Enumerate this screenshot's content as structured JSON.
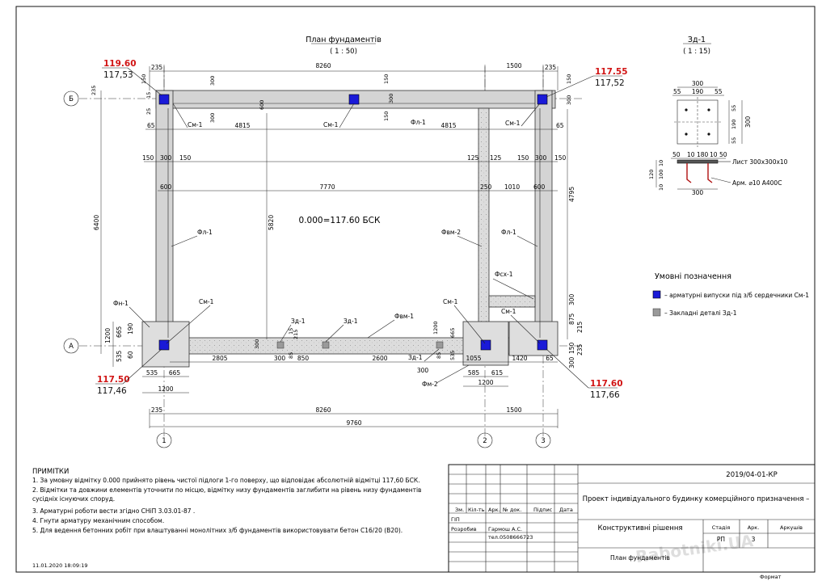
{
  "plan": {
    "title": "План фундаментів",
    "scale": "( 1 : 50)",
    "datum": "0.000=117.60 БСК"
  },
  "detail": {
    "title": "Зд-1",
    "scale": "( 1 : 15)",
    "plate_label": "Лист 300х300х10",
    "rebar_label": "Арм. ⌀10 А400С",
    "dims": {
      "top_total": "300",
      "top_55_left": "55",
      "top_190": "190",
      "top_55_right": "55",
      "side_55_top": "55",
      "side_190": "190",
      "side_55_bottom": "55",
      "side_300": "300",
      "s_50a": "50",
      "s_10a": "10",
      "s_180": "180",
      "s_10b": "10",
      "s_50b": "50",
      "v_120": "120",
      "v_10a": "10",
      "v_100": "100",
      "v_10b": "10",
      "bottom_300": "300"
    }
  },
  "legend": {
    "title": "Умовні позначення",
    "items": [
      {
        "color": "#1a1ad8",
        "text": "– арматурні випуски під з/б сердечники См-1"
      },
      {
        "color": "#9a9a9a",
        "text": "– Закладні деталі Зд-1"
      }
    ]
  },
  "elevations": {
    "tl_red": "119.60",
    "tl_black": "117,53",
    "tr_red": "117.55",
    "tr_black": "117,52",
    "bl_red": "117.50",
    "bl_black": "117,46",
    "br_red": "117.60",
    "br_black": "117,66"
  },
  "axes": {
    "a": "А",
    "b": "Б",
    "n1": "1",
    "n2": "2",
    "n3": "3"
  },
  "dims": {
    "top_235_left": "235",
    "top_8260": "8260",
    "top_1500": "1500",
    "top_235_right": "235",
    "d_150a": "150",
    "d_300a": "300",
    "d_600a": "600",
    "d_300b": "300",
    "d_150b": "150",
    "d_25": "25",
    "d_15": "15",
    "d_300c": "300",
    "d_150c": "150",
    "d_150d": "150",
    "d_65_left": "65",
    "d_4815a": "4815",
    "d_4815b": "4815",
    "d_65_right": "65",
    "d_150e": "150",
    "d_300e": "300",
    "d_150f": "150",
    "d_125a": "125",
    "d_125b": "125",
    "d_150g": "150",
    "d_300g": "300",
    "d_150h": "150",
    "d_600e": "600",
    "d_7770": "7770",
    "d_250": "250",
    "d_1010": "1010",
    "d_600f": "600",
    "d_5820": "5820",
    "d_4795": "4795",
    "d_6400": "6400",
    "d_235_vl": "235",
    "d_235_vr": "235",
    "d_300_mid": "300",
    "d_1200_l": "1200",
    "d_665_l": "665",
    "d_190_l": "190",
    "d_535_l": "535",
    "d_60_l": "60",
    "d_875": "875",
    "d_215": "215",
    "d_150_r": "150",
    "d_300_r": "300",
    "d_15_m": "15",
    "d_215_m": "215",
    "d_85_a": "85",
    "d_300_m": "300",
    "d_2805": "2805",
    "d_300_b1": "300",
    "d_850": "850",
    "d_2600": "2600",
    "d_85_b": "85",
    "d_1200_m": "1200",
    "d_665_m": "665",
    "d_535_m": "535",
    "d_1055": "1055",
    "d_1420": "1420",
    "d_65_br": "65",
    "d_535_b": "535",
    "d_665_b": "665",
    "d_300_zd": "300",
    "d_585": "585",
    "d_615": "615",
    "d_1200_b": "1200",
    "d_1200_b2": "1200",
    "bot_235": "235",
    "bot_8260": "8260",
    "bot_1500": "1500",
    "bot_9760": "9760"
  },
  "labels": {
    "cm_tl": "См-1",
    "cm_tm": "См-1",
    "cm_tr": "См-1",
    "cm_bl": "См-1",
    "cm_br": "См-1",
    "cm_br2": "См-1",
    "fl_top": "Фл-1",
    "fl_left": "Фл-1",
    "fl_right": "Фл-1",
    "fvm_2": "Фвм-2",
    "fsx_1": "Фсх-1",
    "fn_1": "Фн-1",
    "fvm_1": "Фвм-1",
    "fm_2": "Фм-2",
    "zd_1a": "Зд-1",
    "zd_1b": "Зд-1",
    "zd_1c": "Зд-1"
  },
  "notes": {
    "title": "ПРИМІТКИ",
    "items": [
      "1.   За умовну відмітку 0.000 прийнято рівень чистої підлоги 1-го поверху, що відповідає абсолютній відмітці 117,60 БСК.",
      "2.   Відмітки та довжини елементів уточнити по місцю, відмітку низу фундаментів заглибити на рівень низу фундаментів",
      "      сусідніх існуючих споруд.",
      "3.   Арматурні роботи вести згідно СНіП 3.03.01-87 .",
      "4.   Гнути арматуру механічним способом.",
      "5.   Для ведення бетонних робіт при влаштуванні монолітних з/б фундаментів використовувати бетон С16/20 (В20)."
    ],
    "date": "11.01.2020 18:09:19"
  },
  "stamp": {
    "code": "2019/04-01-КР",
    "project": "Проект індивідуального будинку комерційного призначення –",
    "h_zm": "Зм.",
    "h_kil": "Кіл-ть",
    "h_ark": "Арк.",
    "h_doc": "№ док.",
    "h_sign": "Підпис",
    "h_date": "Дата",
    "gip": "ГІП",
    "developer": "Розробив",
    "person": "Гармош А.С.",
    "phone": "тел.0508666723",
    "section": "Конструктивні рішення",
    "stage_h": "Стадія",
    "sheet_h": "Арк.",
    "sheets_h": "Аркушів",
    "stage": "РП",
    "sheet": "3",
    "drawing": "План фундаментів",
    "format": "Формат",
    "watermark": "Rabotniki.UA"
  }
}
